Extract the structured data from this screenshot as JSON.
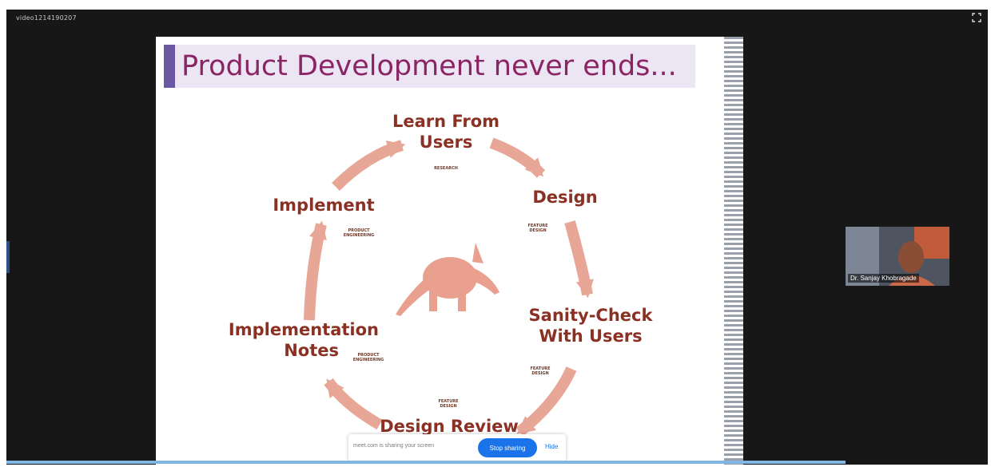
{
  "window": {
    "title": "video1214190207"
  },
  "slide": {
    "title": "Product Development never ends...",
    "stages": [
      {
        "label_lines": [
          "Learn From",
          "Users"
        ],
        "tag_lines": [
          "RESEARCH"
        ]
      },
      {
        "label_lines": [
          "Design"
        ],
        "tag_lines": [
          "FEATURE",
          "DESIGN"
        ]
      },
      {
        "label_lines": [
          "Sanity-Check",
          "With Users"
        ],
        "tag_lines": [
          "FEATURE",
          "DESIGN"
        ]
      },
      {
        "label_lines": [
          "Design Review"
        ],
        "tag_lines": [
          "FEATURE",
          "DESIGN"
        ]
      },
      {
        "label_lines": [
          "Implementation",
          "Notes"
        ],
        "tag_lines": [
          "PRODUCT",
          "ENGINEERING"
        ]
      },
      {
        "label_lines": [
          "Implement"
        ],
        "tag_lines": [
          "PRODUCT",
          "ENGINEERING"
        ]
      }
    ],
    "colors": {
      "title": "#8a2563",
      "label": "#8b3124",
      "arrow": "#e8a696",
      "mascot": "#eaa08e"
    },
    "mascot_icon": "aardvark-icon"
  },
  "share_bar": {
    "status_text": "meet.com is sharing your screen",
    "stop_label": "Stop sharing",
    "hide_label": "Hide"
  },
  "participant": {
    "name": "Dr. Sanjay Khobragade"
  }
}
